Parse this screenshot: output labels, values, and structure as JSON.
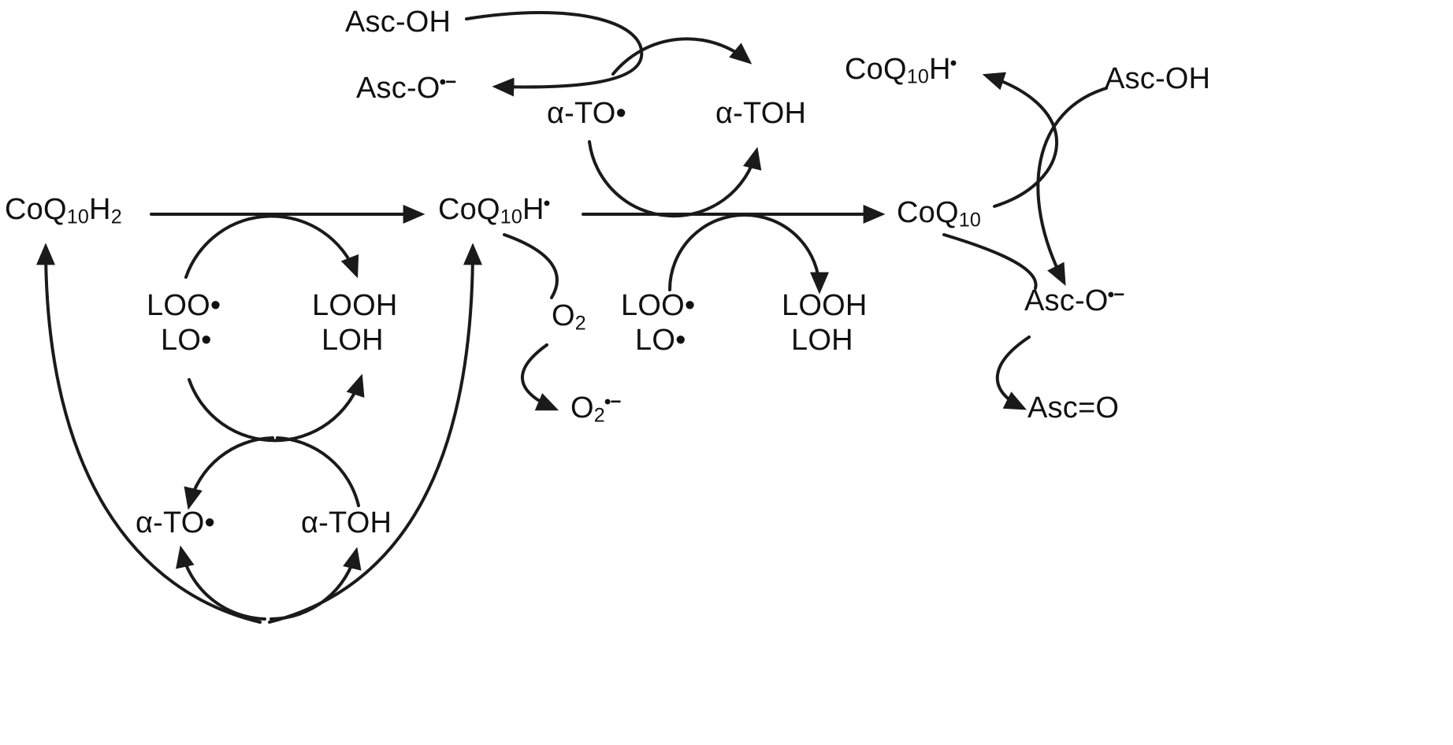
{
  "colors": {
    "background": "#ffffff",
    "line": "#1a1a1a",
    "text": "#111111"
  },
  "species": {
    "asc_oh_top": {
      "label": "Asc-OH"
    },
    "asc_o_rad_top": {
      "base": "Asc-O",
      "sup": "•−"
    },
    "alpha_to_rad_top": {
      "label": "α-TO•"
    },
    "alpha_toh_top": {
      "label": "α-TOH"
    },
    "coq10h_rad_topright": {
      "base": "CoQ",
      "sub": "10",
      "h": "H",
      "sup": "•"
    },
    "asc_oh_right": {
      "label": "Asc-OH"
    },
    "coq10h2": {
      "base": "CoQ",
      "sub": "10",
      "h": "H",
      "sub2": "2"
    },
    "coq10h_rad_mid": {
      "base": "CoQ",
      "sub": "10",
      "h": "H",
      "sup": "•"
    },
    "coq10": {
      "base": "CoQ",
      "sub": "10"
    },
    "loo_rad_left": {
      "label": "LOO•"
    },
    "lo_rad_left": {
      "label": "LO•"
    },
    "looh_left": {
      "label": "LOOH"
    },
    "loh_left": {
      "label": "LOH"
    },
    "o2": {
      "base": "O",
      "sub": "2"
    },
    "o2_rad": {
      "base": "O",
      "sub": "2",
      "sup": "•−"
    },
    "loo_rad_mid": {
      "label": "LOO•"
    },
    "lo_rad_mid": {
      "label": "LO•"
    },
    "looh_mid": {
      "label": "LOOH"
    },
    "loh_mid": {
      "label": "LOH"
    },
    "asc_o_rad_right": {
      "base": "Asc-O",
      "sup": "•−"
    },
    "asc_dehydro": {
      "label": "Asc=O"
    },
    "alpha_to_rad_bottom": {
      "label": "α-TO•"
    },
    "alpha_toh_bottom": {
      "label": "α-TOH"
    }
  }
}
